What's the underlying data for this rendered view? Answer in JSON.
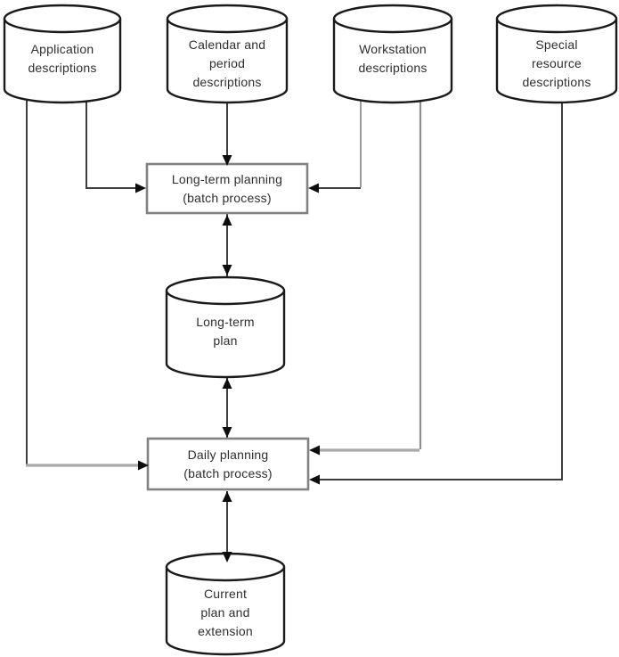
{
  "diagram": {
    "kind": "data-flow-diagram",
    "background": "#ffffff",
    "nodes": {
      "application": {
        "type": "datastore",
        "lines": [
          "Application",
          "descriptions"
        ]
      },
      "calendar": {
        "type": "datastore",
        "lines": [
          "Calendar and",
          "period",
          "descriptions"
        ]
      },
      "workstation": {
        "type": "datastore",
        "lines": [
          "Workstation",
          "descriptions"
        ]
      },
      "special_resource": {
        "type": "datastore",
        "lines": [
          "Special",
          "resource",
          "descriptions"
        ]
      },
      "long_term_planning": {
        "type": "process",
        "lines": [
          "Long-term planning",
          "(batch process)"
        ]
      },
      "long_term_plan": {
        "type": "datastore",
        "lines": [
          "Long-term",
          "plan"
        ]
      },
      "daily_planning": {
        "type": "process",
        "lines": [
          "Daily planning",
          "(batch process)"
        ]
      },
      "current_plan": {
        "type": "datastore",
        "lines": [
          "Current",
          "plan and",
          "extension"
        ]
      }
    },
    "edges": [
      {
        "from": "application",
        "to": "long_term_planning",
        "direction": "one-way"
      },
      {
        "from": "calendar",
        "to": "long_term_planning",
        "direction": "one-way"
      },
      {
        "from": "workstation",
        "to": "long_term_planning",
        "direction": "one-way"
      },
      {
        "from": "long_term_planning",
        "to": "long_term_plan",
        "direction": "two-way"
      },
      {
        "from": "long_term_plan",
        "to": "daily_planning",
        "direction": "two-way"
      },
      {
        "from": "application",
        "to": "daily_planning",
        "direction": "one-way"
      },
      {
        "from": "workstation",
        "to": "daily_planning",
        "direction": "one-way"
      },
      {
        "from": "special_resource",
        "to": "daily_planning",
        "direction": "one-way"
      },
      {
        "from": "daily_planning",
        "to": "current_plan",
        "direction": "two-way"
      }
    ],
    "colors": {
      "line_dark": "#3d3d3d",
      "line_gray": "#a9a9a9",
      "arrow_fill": "#0d0d0d",
      "cylinder_stroke": "#1a1a1a",
      "box_stroke": "#828282",
      "text": "#2e2e2e"
    }
  }
}
